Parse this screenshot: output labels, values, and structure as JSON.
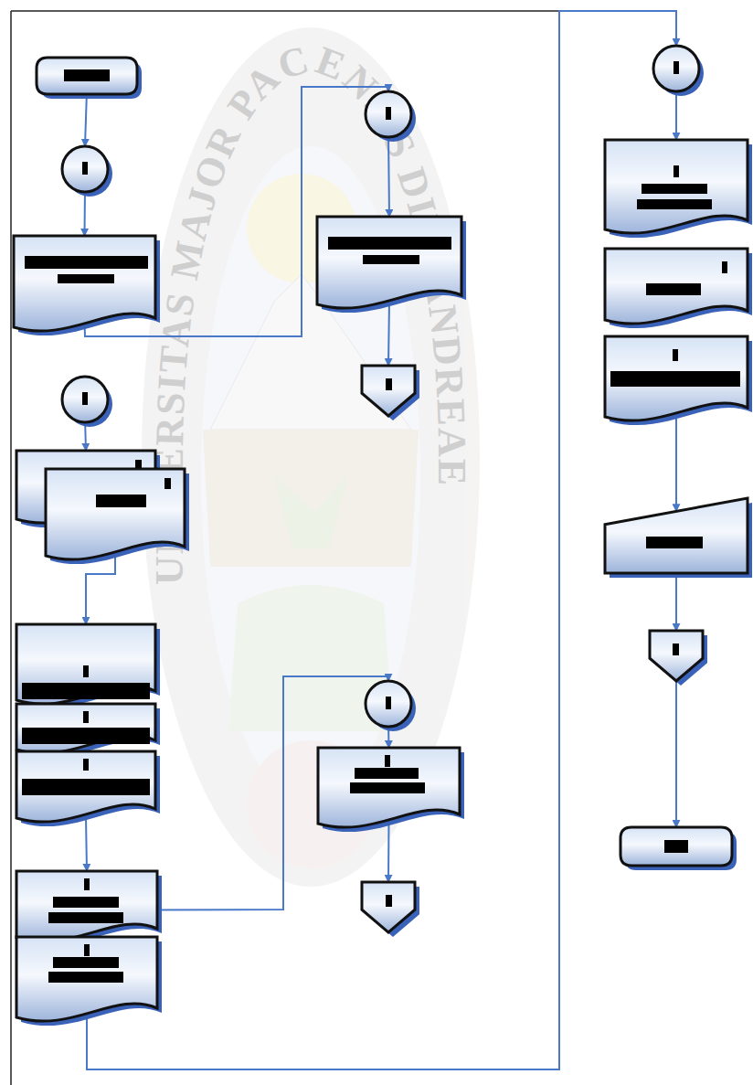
{
  "diagram": {
    "nodes": [
      {
        "text": []
      },
      {
        "text": []
      },
      {
        "text": []
      },
      {
        "text": []
      },
      {
        "text": []
      },
      {
        "text": []
      },
      {
        "text": []
      },
      {
        "text": []
      },
      {
        "text": []
      },
      {
        "text": []
      },
      {
        "text": []
      },
      {
        "text": []
      },
      {
        "text": []
      },
      {
        "text": []
      },
      {
        "text": []
      },
      {
        "text": []
      },
      {
        "text": []
      },
      {
        "text": []
      },
      {
        "text": []
      },
      {
        "text": []
      },
      {
        "text": []
      },
      {
        "text": []
      },
      {
        "text": []
      },
      {
        "text": []
      }
    ],
    "edges": [
      {
        "from": 0,
        "to": 1,
        "arrow": "to"
      },
      {
        "from": 1,
        "to": 2,
        "arrow": "to"
      },
      {
        "from": 2,
        "to": 3,
        "arrow": "to"
      },
      {
        "from": 3,
        "to": 4,
        "arrow": "to"
      },
      {
        "from": 4,
        "to": 5,
        "arrow": "to"
      },
      {
        "from": 6,
        "to": 7,
        "arrow": "to"
      },
      {
        "from": 8,
        "to": 9,
        "arrow": "to"
      },
      {
        "from": 11,
        "to": 12,
        "arrow": "to"
      },
      {
        "from": 12,
        "to": 14,
        "arrow": "to"
      },
      {
        "from": 14,
        "to": 15,
        "arrow": "to"
      },
      {
        "from": 15,
        "to": 16,
        "arrow": "to"
      },
      {
        "from": 13,
        "to": 17,
        "arrow": "to"
      },
      {
        "from": 17,
        "to": 18,
        "arrow": "to"
      },
      {
        "from": 20,
        "to": 21,
        "arrow": "to"
      },
      {
        "from": 21,
        "to": 22,
        "arrow": "to"
      },
      {
        "from": 22,
        "to": 23,
        "arrow": "to"
      }
    ],
    "labels": [
      "UNIVERSITAS MAJOR PACENSIS DIVI ANDREAE"
    ]
  }
}
